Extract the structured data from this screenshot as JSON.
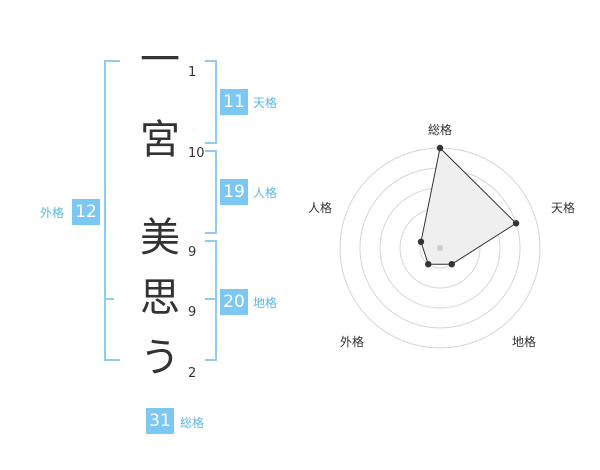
{
  "name": {
    "characters": [
      {
        "char": "一",
        "strokes": "1"
      },
      {
        "char": "宮",
        "strokes": "10"
      },
      {
        "char": "美",
        "strokes": "9"
      },
      {
        "char": "思",
        "strokes": "9"
      },
      {
        "char": "う",
        "strokes": "2"
      }
    ]
  },
  "kaku": {
    "tenkaku": {
      "label": "天格",
      "value": "11"
    },
    "jinkaku": {
      "label": "人格",
      "value": "19"
    },
    "chikaku": {
      "label": "地格",
      "value": "20"
    },
    "gaikaku": {
      "label": "外格",
      "value": "12"
    },
    "soukaku": {
      "label": "総格",
      "value": "31"
    }
  },
  "colors": {
    "accent": "#7cc8f2",
    "bracket": "#8fcdf0",
    "label": "#5bb6e8",
    "text": "#333333"
  },
  "radar": {
    "axes": [
      "総格",
      "天格",
      "地格",
      "外格",
      "人格"
    ],
    "rings": 5,
    "scores": [
      5,
      4,
      1,
      1,
      1
    ]
  }
}
